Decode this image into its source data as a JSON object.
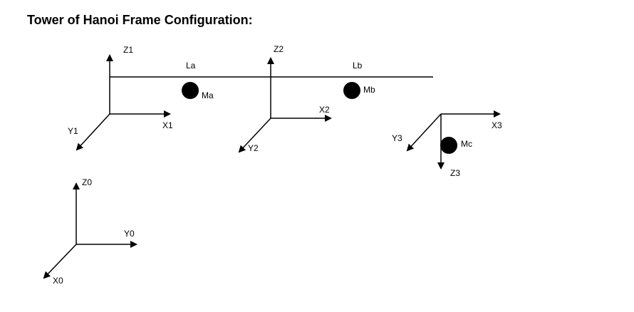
{
  "title": "Tower of Hanoi Frame Configuration:",
  "frames": {
    "frame0": {
      "x": "X0",
      "y": "Y0",
      "z": "Z0"
    },
    "frame1": {
      "x": "X1",
      "y": "Y1",
      "z": "Z1"
    },
    "frame2": {
      "x": "X2",
      "y": "Y2",
      "z": "Z2"
    },
    "frame3": {
      "x": "X3",
      "y": "Y3",
      "z": "Z3"
    }
  },
  "links": {
    "la": "La",
    "lb": "Lb"
  },
  "masses": {
    "ma": "Ma",
    "mb": "Mb",
    "mc": "Mc"
  },
  "colors": {
    "stroke": "#000000",
    "background": "#ffffff"
  }
}
